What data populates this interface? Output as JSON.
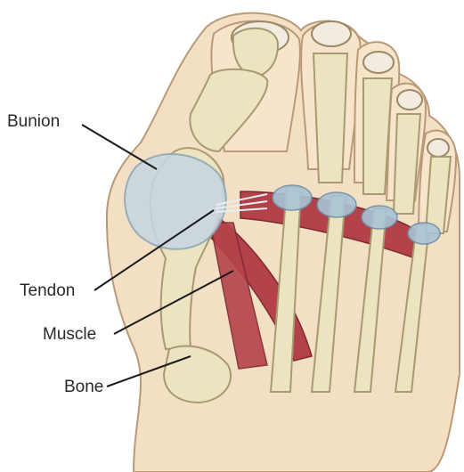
{
  "labels": {
    "bunion": "Bunion",
    "tendon": "Tendon",
    "muscle": "Muscle",
    "bone": "Bone"
  },
  "colors": {
    "skin": "#f3dfc3",
    "skin_outline": "#b89a78",
    "bone": "#ece3c0",
    "bone_outline": "#a89a70",
    "muscle": "#b3424b",
    "bunion_tissue": "#c7d6e0",
    "joint_capsule": "#a9c3d6",
    "nail": "#f1ecdf"
  }
}
